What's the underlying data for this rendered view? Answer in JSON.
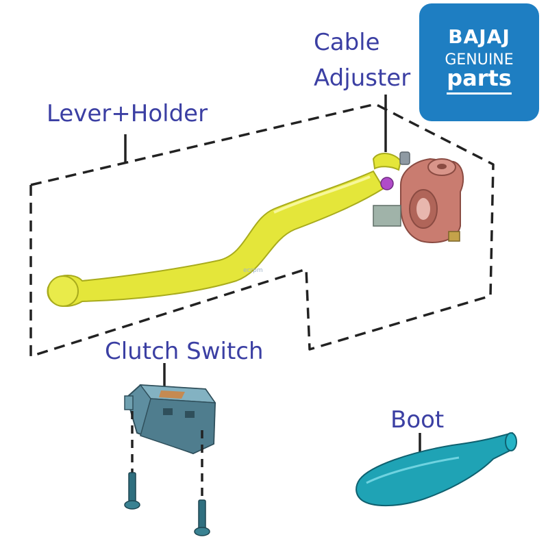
{
  "labels": {
    "cable": "Cable",
    "adjuster": "Adjuster",
    "lever_holder": "Lever+Holder",
    "clutch_switch": "Clutch Switch",
    "boot": "Boot"
  },
  "logo": {
    "brand": "BAJAJ",
    "line2": "GENUINE",
    "line3": "parts"
  },
  "watermark": "ecrpm",
  "colors": {
    "label_text": "#3b3fa3",
    "logo_bg": "#1e7ec2",
    "lever": "#e4e63a",
    "holder": "#c97c70",
    "switch": "#5e8ea0",
    "boot": "#1fa3b5"
  }
}
